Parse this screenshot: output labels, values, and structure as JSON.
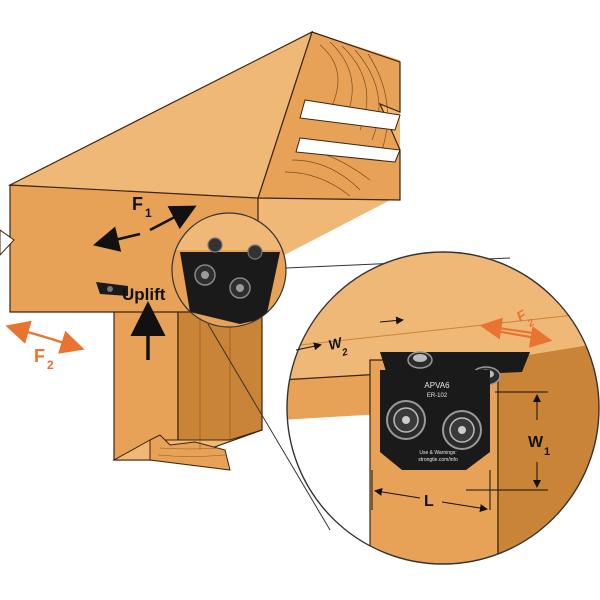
{
  "labels": {
    "f1": "F",
    "f1_sub": "1",
    "f2": "F",
    "f2_sub": "2",
    "uplift": "Uplift",
    "w2": "W",
    "w2_sub": "2",
    "w1": "W",
    "w1_sub": "1",
    "l": "L",
    "f2_detail": "F",
    "f2_detail_sub": "2"
  },
  "bracket_text": {
    "model": "APVA6",
    "report": "ER-102",
    "warning_line1": "Use & Warnings:",
    "warning_line2": "strongtie.com/info"
  },
  "colors": {
    "wood": "#e8a257",
    "wood_dark": "#c98438",
    "wood_light": "#f0b877",
    "grain": "#6b3e12",
    "bracket": "#1a1a1a",
    "force_orange": "#e8742f",
    "outline": "#3a2410"
  }
}
